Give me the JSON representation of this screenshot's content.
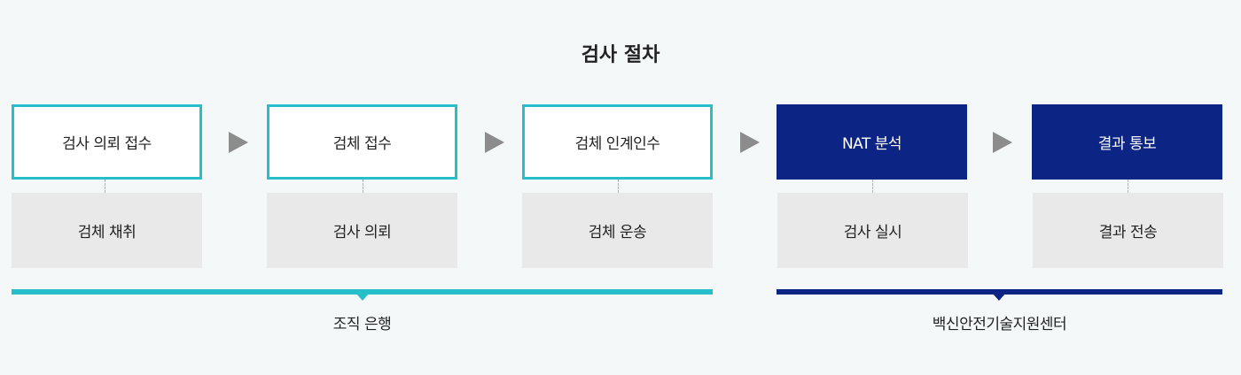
{
  "title": "검사 절차",
  "steps": [
    {
      "label": "검사 의뢰 접수",
      "sub": "검체 채취",
      "style": "teal"
    },
    {
      "label": "검체 접수",
      "sub": "검사 의뢰",
      "style": "teal"
    },
    {
      "label": "검체 인계인수",
      "sub": "검체 운송",
      "style": "teal"
    },
    {
      "label": "NAT 분석",
      "sub": "검사 실시",
      "style": "navy"
    },
    {
      "label": "결과 통보",
      "sub": "결과 전송",
      "style": "navy"
    }
  ],
  "groups": [
    {
      "label": "조직 은행",
      "color": "#26bfc9"
    },
    {
      "label": "백신안전기술지원센터",
      "color": "#0c2584"
    }
  ],
  "colors": {
    "teal": "#26bfc9",
    "navy": "#0c2584",
    "arrow": "#8c8c8c",
    "sub_bg": "#e9e9e9"
  }
}
